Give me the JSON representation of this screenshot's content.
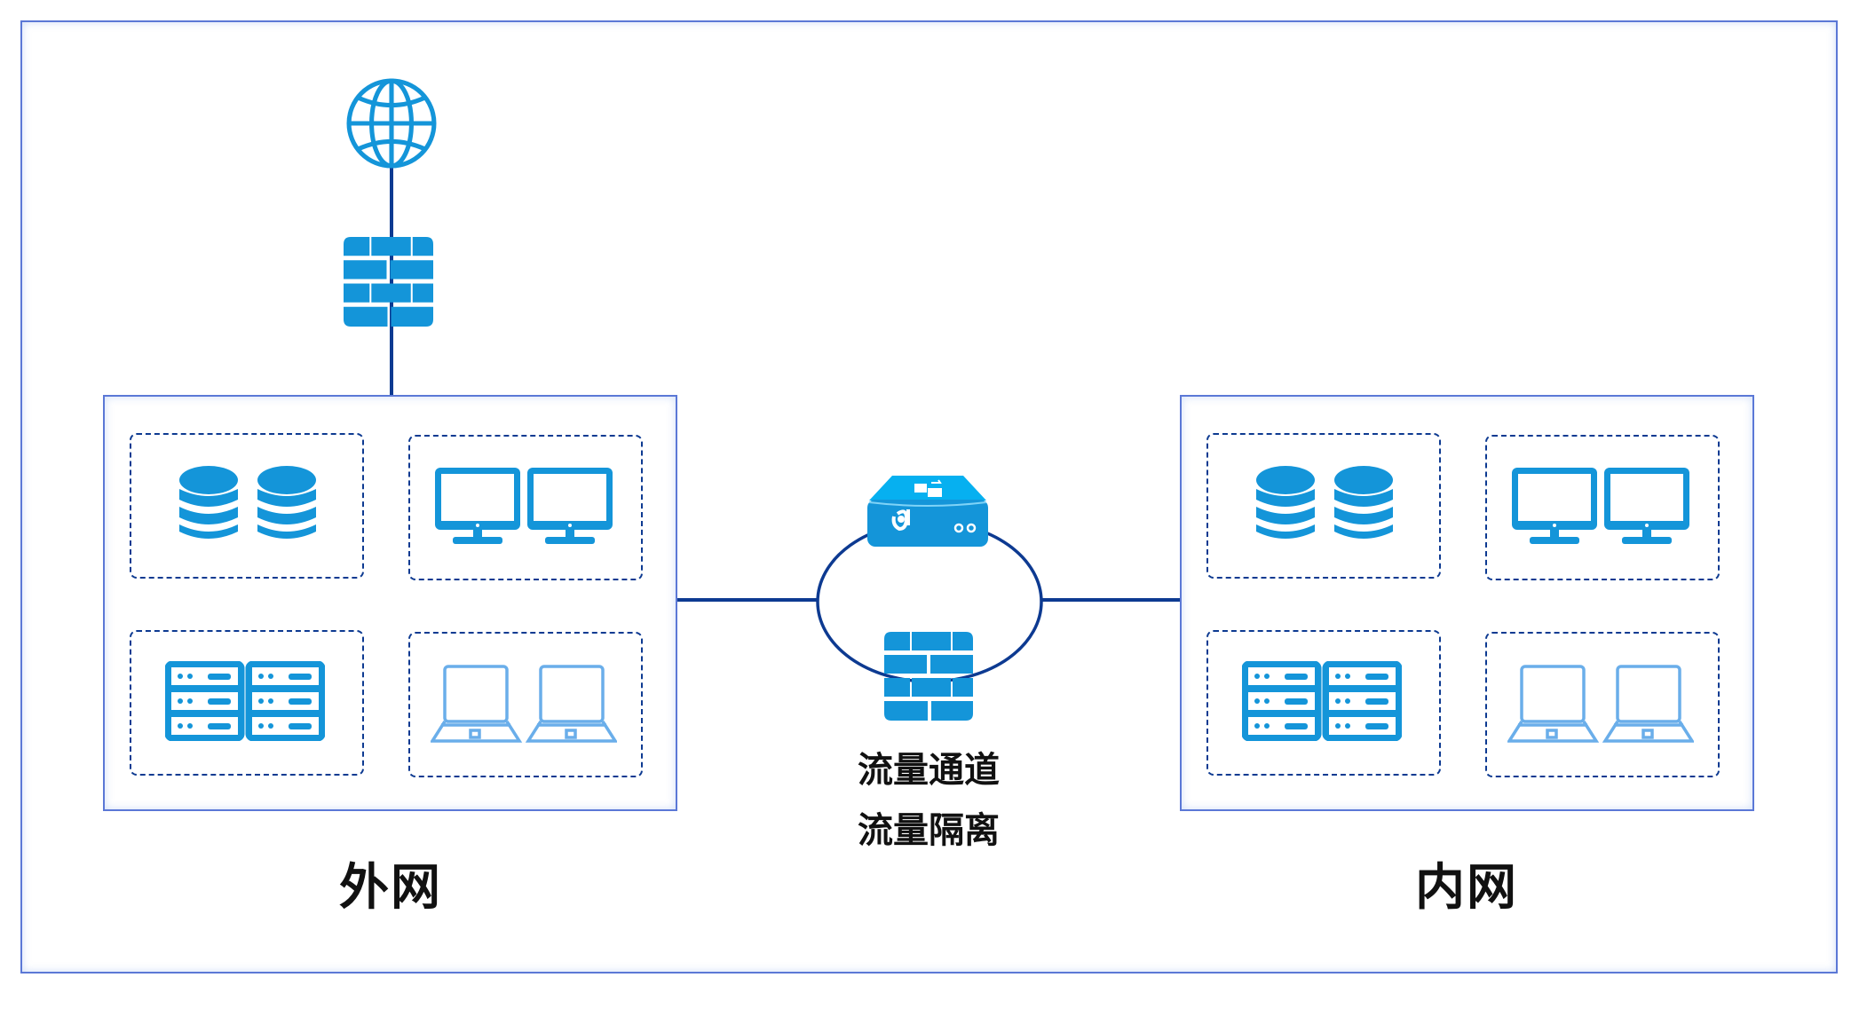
{
  "diagram": {
    "zones": {
      "external": {
        "label": "外网"
      },
      "internal": {
        "label": "内网"
      }
    },
    "center": {
      "lines": [
        "流量通道",
        "流量隔离"
      ]
    },
    "icons": {
      "internet": "globe-icon",
      "perimeter_firewall": "firewall-icon",
      "gateway_device": "security-gateway-icon",
      "channel_firewall": "firewall-icon",
      "groups": [
        "database-icon",
        "monitor-icon",
        "server-rack-icon",
        "laptop-icon"
      ]
    },
    "colors": {
      "icon_blue": "#1495d9",
      "icon_light_blue": "#6aaeea",
      "line_navy": "#0d3a91",
      "border_blue": "#5b78d6",
      "device_top": "#06b0f0"
    }
  }
}
